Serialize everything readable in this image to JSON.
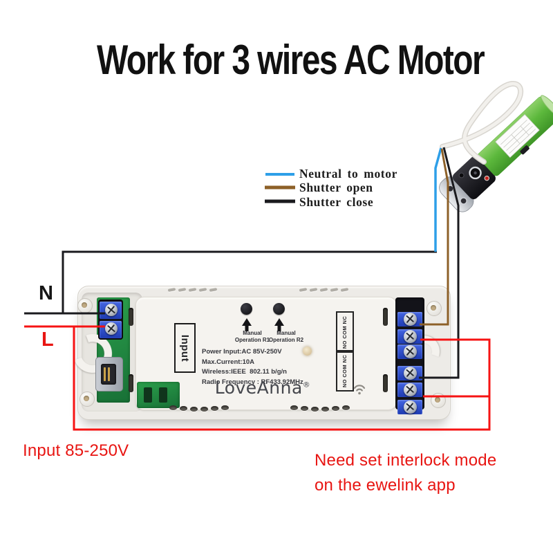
{
  "title": "Work for 3 wires AC Motor",
  "legend": {
    "items": [
      {
        "label": "Neutral to motor",
        "color": "#2e9fe8"
      },
      {
        "label": "Shutter open",
        "color": "#8d6028"
      },
      {
        "label": "Shutter close",
        "color": "#1a1a1e"
      }
    ]
  },
  "labels": {
    "neutral": "N",
    "live": "L"
  },
  "device": {
    "input_box": "Input",
    "manual_buttons": [
      {
        "line1": "Manual",
        "line2": "Operation R1"
      },
      {
        "line1": "Manual",
        "line2": "Operation R2"
      }
    ],
    "specs": [
      "Power Input:AC 85V-250V",
      "Max.Current:10A",
      "Wireless:IEEE  802.11 b/g/n",
      "Radio Frequency : RF433.92MHz"
    ],
    "brand": "LoveAnna",
    "registered_mark": "®",
    "terminal_labels": [
      "NO COM NC",
      "NO COM NC"
    ]
  },
  "notes": {
    "input_rating": "Input 85-250V",
    "interlock_line1": "Need set interlock mode",
    "interlock_line2": "on the ewelink app"
  },
  "colors": {
    "wire_neutral": "#2e9fe8",
    "wire_open": "#8d6028",
    "wire_close": "#1a1a1e",
    "wire_live": "#f61313",
    "note_red": "#e81512",
    "motor_green": "#5cb83c",
    "terminal_blue": "#2f4fd2",
    "pcb_green": "#208540"
  }
}
